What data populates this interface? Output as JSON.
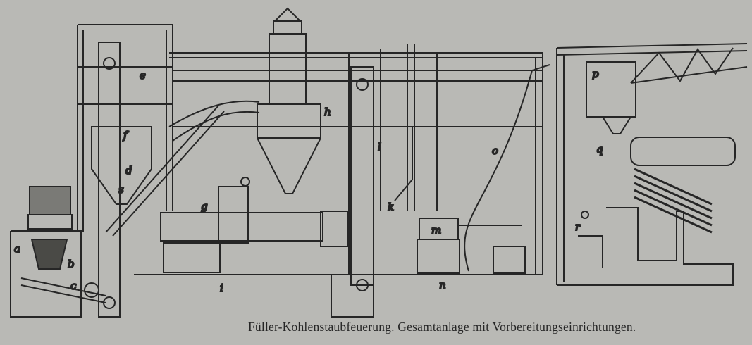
{
  "caption": "Füller-Kohlenstaubfeuerung.  Gesamtanlage mit Vorbereitungseinrichtungen.",
  "labels": {
    "a": "a",
    "b": "b",
    "c": "c",
    "d": "d",
    "e": "e",
    "f": "f",
    "g": "g",
    "h": "h",
    "i": "i",
    "k": "k",
    "l": "l",
    "m": "m",
    "n": "n",
    "o": "o",
    "p": "p",
    "q": "q",
    "r": "r",
    "s": "s"
  },
  "colors": {
    "paper": "#b9b9b5",
    "ink": "#262626"
  }
}
